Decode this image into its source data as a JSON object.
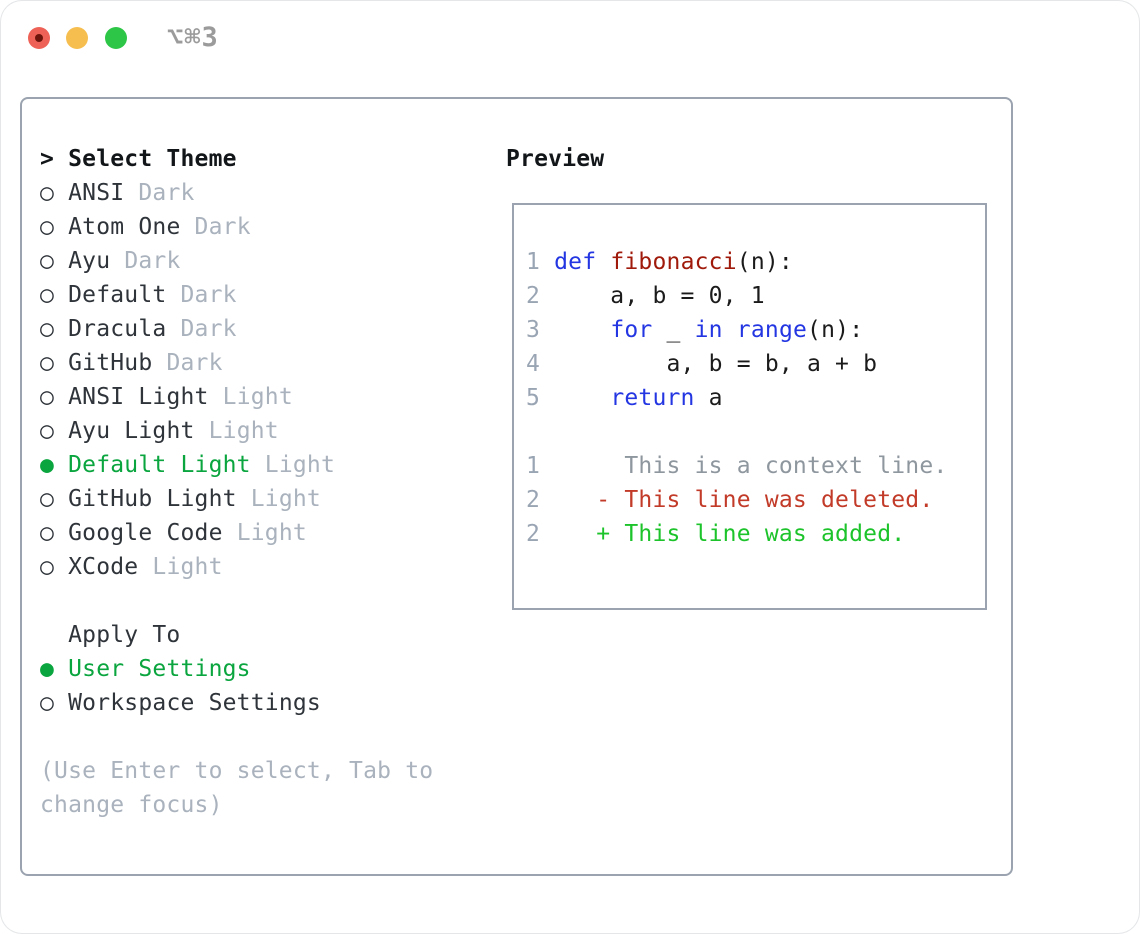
{
  "titlebar": {
    "shortcut": "⌥⌘3",
    "buttons": [
      "close",
      "minimize",
      "zoom"
    ]
  },
  "theme_selector": {
    "prompt": ">",
    "title": "Select Theme",
    "unselected_glyph": "○",
    "selected_glyph": "●",
    "themes": [
      {
        "name": "ANSI",
        "variant": "Dark",
        "selected": false
      },
      {
        "name": "Atom One",
        "variant": "Dark",
        "selected": false
      },
      {
        "name": "Ayu",
        "variant": "Dark",
        "selected": false
      },
      {
        "name": "Default",
        "variant": "Dark",
        "selected": false
      },
      {
        "name": "Dracula",
        "variant": "Dark",
        "selected": false
      },
      {
        "name": "GitHub",
        "variant": "Dark",
        "selected": false
      },
      {
        "name": "ANSI Light",
        "variant": "Light",
        "selected": false
      },
      {
        "name": "Ayu Light",
        "variant": "Light",
        "selected": false
      },
      {
        "name": "Default Light",
        "variant": "Light",
        "selected": true
      },
      {
        "name": "GitHub Light",
        "variant": "Light",
        "selected": false
      },
      {
        "name": "Google Code",
        "variant": "Light",
        "selected": false
      },
      {
        "name": "XCode",
        "variant": "Light",
        "selected": false
      }
    ],
    "apply_to": {
      "title": "Apply To",
      "options": [
        {
          "name": "User Settings",
          "selected": true
        },
        {
          "name": "Workspace Settings",
          "selected": false
        }
      ]
    },
    "hint_lines": [
      "(Use Enter to select, Tab to",
      "change focus)"
    ]
  },
  "preview": {
    "title": "Preview",
    "code_lines": [
      {
        "num": "1",
        "tokens": [
          [
            "def",
            "kw"
          ],
          [
            " ",
            "pl"
          ],
          [
            "fibonacci",
            "fn"
          ],
          [
            "(n):",
            "pl"
          ]
        ]
      },
      {
        "num": "2",
        "tokens": [
          [
            "    a, b = 0, 1",
            "pl"
          ]
        ]
      },
      {
        "num": "3",
        "tokens": [
          [
            "    ",
            "pl"
          ],
          [
            "for",
            "kw"
          ],
          [
            " _ ",
            "pl"
          ],
          [
            "in",
            "kw"
          ],
          [
            " ",
            "pl"
          ],
          [
            "range",
            "kw"
          ],
          [
            "(n):",
            "pl"
          ]
        ]
      },
      {
        "num": "4",
        "tokens": [
          [
            "        a, b = b, a + b",
            "pl"
          ]
        ]
      },
      {
        "num": "5",
        "tokens": [
          [
            "    ",
            "pl"
          ],
          [
            "return",
            "kw"
          ],
          [
            " a",
            "pl"
          ]
        ]
      }
    ],
    "diff_lines": [
      {
        "num": "1",
        "marker": " ",
        "text": "This is a context line.",
        "type": "context"
      },
      {
        "num": "2",
        "marker": "-",
        "text": "This line was deleted.",
        "type": "deleted"
      },
      {
        "num": "2",
        "marker": "+",
        "text": "This line was added.",
        "type": "added"
      }
    ]
  },
  "colors": {
    "selected_green": "#0aa53e",
    "added_green": "#1dc32b",
    "deleted_red": "#c23a28",
    "keyword_blue": "#2336e2",
    "function_red": "#a01a0b",
    "muted_gray": "#a9b2bd",
    "line_number_gray": "#9aa5b4",
    "context_gray": "#8e969e",
    "border_gray": "#9aa3af",
    "traffic_red": "#ee6156",
    "traffic_yellow": "#f6be4f",
    "traffic_green": "#2ec647"
  }
}
